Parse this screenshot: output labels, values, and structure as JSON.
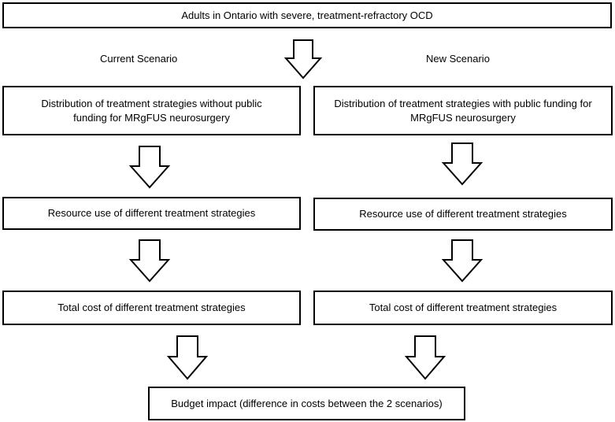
{
  "top": {
    "text": "Adults in Ontario with severe, treatment-refractory OCD"
  },
  "scenarios": {
    "current": {
      "label": "Current Scenario",
      "distribution": "Distribution of treatment strategies without public funding for MRgFUS neurosurgery",
      "resource": "Resource use of different treatment strategies",
      "cost": "Total cost of different treatment strategies"
    },
    "new": {
      "label": "New Scenario",
      "distribution": "Distribution of treatment strategies with public funding for MRgFUS neurosurgery",
      "resource": "Resource use of different treatment strategies",
      "cost": "Total cost of different treatment strategies"
    }
  },
  "bottom": {
    "text": "Budget impact (difference in costs between the 2 scenarios)"
  }
}
